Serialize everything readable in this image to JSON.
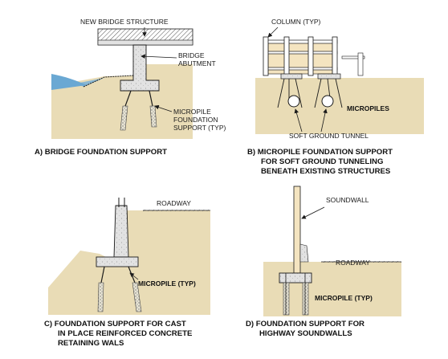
{
  "panel_a": {
    "label_structure": "NEW BRIDGE STRUCTURE",
    "label_abutment_1": "BRIDGE",
    "label_abutment_2": "ABUTMENT",
    "label_micropile_1": "MICROPILE",
    "label_micropile_2": "FOUNDATION",
    "label_micropile_3": "SUPPORT (TYP)",
    "caption_1": "A) BRIDGE FOUNDATION SUPPORT"
  },
  "panel_b": {
    "label_column": "COLUMN (TYP)",
    "label_micropiles": "MICROPILES",
    "label_tunnel": "SOFT GROUND TUNNEL",
    "caption_1": "B)  MICROPILE FOUNDATION SUPPORT",
    "caption_2": "FOR SOFT GROUND TUNNELING",
    "caption_3": "BENEATH EXISTING STRUCTURES"
  },
  "panel_c": {
    "label_roadway": "ROADWAY",
    "label_micropile": "MICROPILE (TYP)",
    "caption_1": "C)  FOUNDATION SUPPORT FOR CAST",
    "caption_2": "IN PLACE REINFORCED CONCRETE",
    "caption_3": "RETAINING WALS"
  },
  "panel_d": {
    "label_soundwall": "SOUNDWALL",
    "label_roadway": "ROADWAY",
    "label_micropile": "MICROPILE (TYP)",
    "caption_1": "D)  FOUNDATION SUPPORT FOR",
    "caption_2": "HIGHWAY SOUNDWALLS"
  },
  "colors": {
    "soil": "#e9dcb6",
    "concrete": "#e2e2e2",
    "water": "#7fb3d5",
    "column": "#f4e4c0",
    "line": "#1a1a1a"
  }
}
